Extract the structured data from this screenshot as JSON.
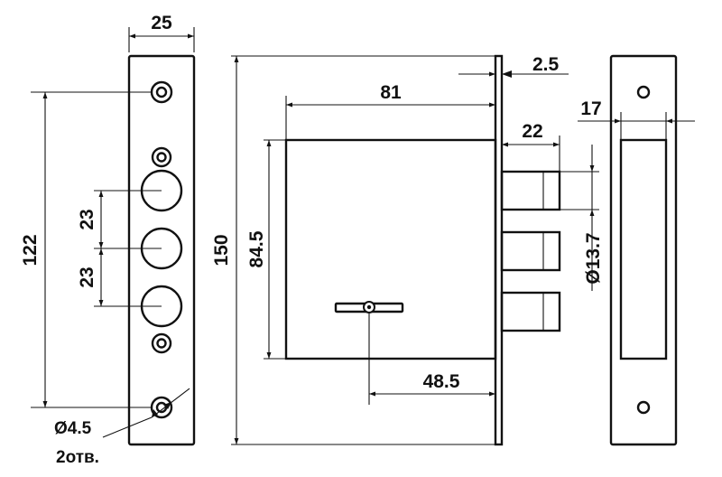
{
  "dimensions": {
    "faceplate_width": "25",
    "mounting_span": "122",
    "cylinder_spacing_1": "23",
    "cylinder_spacing_2": "23",
    "screw_hole_diameter": "Ø4.5",
    "screw_hole_count": "2отв.",
    "overall_height": "150",
    "case_height": "84.5",
    "case_depth": "81",
    "faceplate_thickness": "2.5",
    "bolt_throw": "22",
    "bolt_diameter": "Ø13.7",
    "backset": "48.5",
    "strike_depth": "17"
  }
}
